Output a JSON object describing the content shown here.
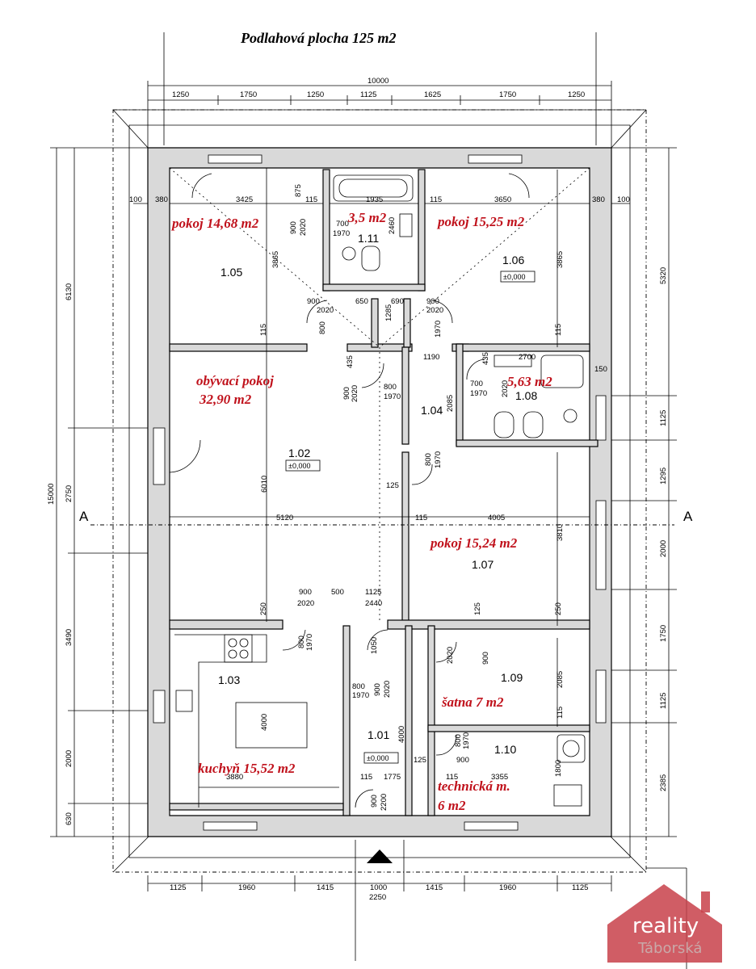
{
  "title": "Podlahová plocha 125 m2",
  "section_marks": [
    "A",
    "A"
  ],
  "rooms": [
    {
      "label": "pokoj 14,68 m2",
      "number": "1.05"
    },
    {
      "label": "3,5 m2",
      "number": "1.11"
    },
    {
      "label": "pokoj 15,25 m2",
      "number": "1.06",
      "level": "±0,000"
    },
    {
      "label_line1": "obývací pokoj",
      "label_line2": "32,90 m2",
      "number": "1.02",
      "level": "±0,000"
    },
    {
      "label": "",
      "number": "1.04"
    },
    {
      "label": "5,63 m2",
      "number": "1.08"
    },
    {
      "label": "pokoj 15,24 m2",
      "number": "1.07"
    },
    {
      "label": "kuchyň 15,52 m2",
      "number": "1.03"
    },
    {
      "label": "",
      "number": "1.01",
      "level": "±0,000"
    },
    {
      "label": "šatna 7 m2",
      "number": "1.09"
    },
    {
      "label_line1": "technická m.",
      "label_line2": "6 m2",
      "number": "1.10"
    }
  ],
  "dimensions": {
    "top_total": "10000",
    "top_chain": [
      "1250",
      "1750",
      "1250",
      "1125",
      "1625",
      "1750",
      "1250"
    ],
    "top_inner": [
      "100",
      "380",
      "3425",
      "875",
      "115",
      "1935",
      "115",
      "3650",
      "380",
      "100"
    ],
    "bottom_chain": [
      "1125",
      "1960",
      "1415",
      "1000",
      "1415",
      "1960",
      "1125"
    ],
    "bottom_sub": "2250",
    "left_total": "15000",
    "left_chain": [
      "6130",
      "2750",
      "3490",
      "2000",
      "630"
    ],
    "right_chain": [
      "5320",
      "1125",
      "1295",
      "2000",
      "1750",
      "1125",
      "2385"
    ],
    "interior": [
      "3865",
      "3865",
      "115",
      "115",
      "900",
      "650",
      "690",
      "900",
      "2020",
      "2020",
      "1190",
      "2700",
      "435",
      "435",
      "150",
      "800",
      "1970",
      "700",
      "1970",
      "2085",
      "900",
      "2020",
      "2020",
      "800",
      "1970",
      "125",
      "115",
      "4005",
      "5120",
      "6010",
      "3810",
      "900",
      "500",
      "1125",
      "2020",
      "2440",
      "250",
      "250",
      "125",
      "800",
      "1970",
      "1050",
      "800",
      "1970",
      "900",
      "2020",
      "4000",
      "4000",
      "900",
      "2020",
      "2085",
      "115",
      "125",
      "900",
      "1800",
      "3880",
      "115",
      "1775",
      "3355",
      "115",
      "900",
      "2200",
      "800",
      "1970",
      "1285",
      "800",
      "1970",
      "2460",
      "700",
      "1970",
      "900",
      "2020"
    ]
  },
  "logo": {
    "line1": "reality",
    "line2": "Táborská",
    "color": "#c8414a"
  }
}
